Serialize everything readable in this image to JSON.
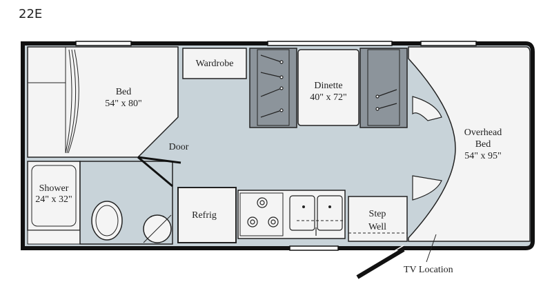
{
  "model": "22E",
  "rooms": {
    "bed": {
      "name": "Bed",
      "size": "54\" x 80\""
    },
    "wardrobe": {
      "name": "Wardrobe"
    },
    "dinette": {
      "name": "Dinette",
      "size": "40\" x 72\""
    },
    "door": {
      "name": "Door"
    },
    "overhead_bed": {
      "name_line1": "Overhead",
      "name_line2": "Bed",
      "size": "54\" x 95\""
    },
    "shower": {
      "name": "Shower",
      "size": "24\" x 32\""
    },
    "refrig": {
      "name": "Refrig"
    },
    "step_well": {
      "name_line1": "Step",
      "name_line2": "Well"
    },
    "tv": {
      "name": "TV Location"
    }
  },
  "colors": {
    "floor": "#c8d3d9",
    "wall": "#111111",
    "furniture": "#f4f4f4",
    "dinette_seat": "#8c949b",
    "outline": "#222222"
  }
}
